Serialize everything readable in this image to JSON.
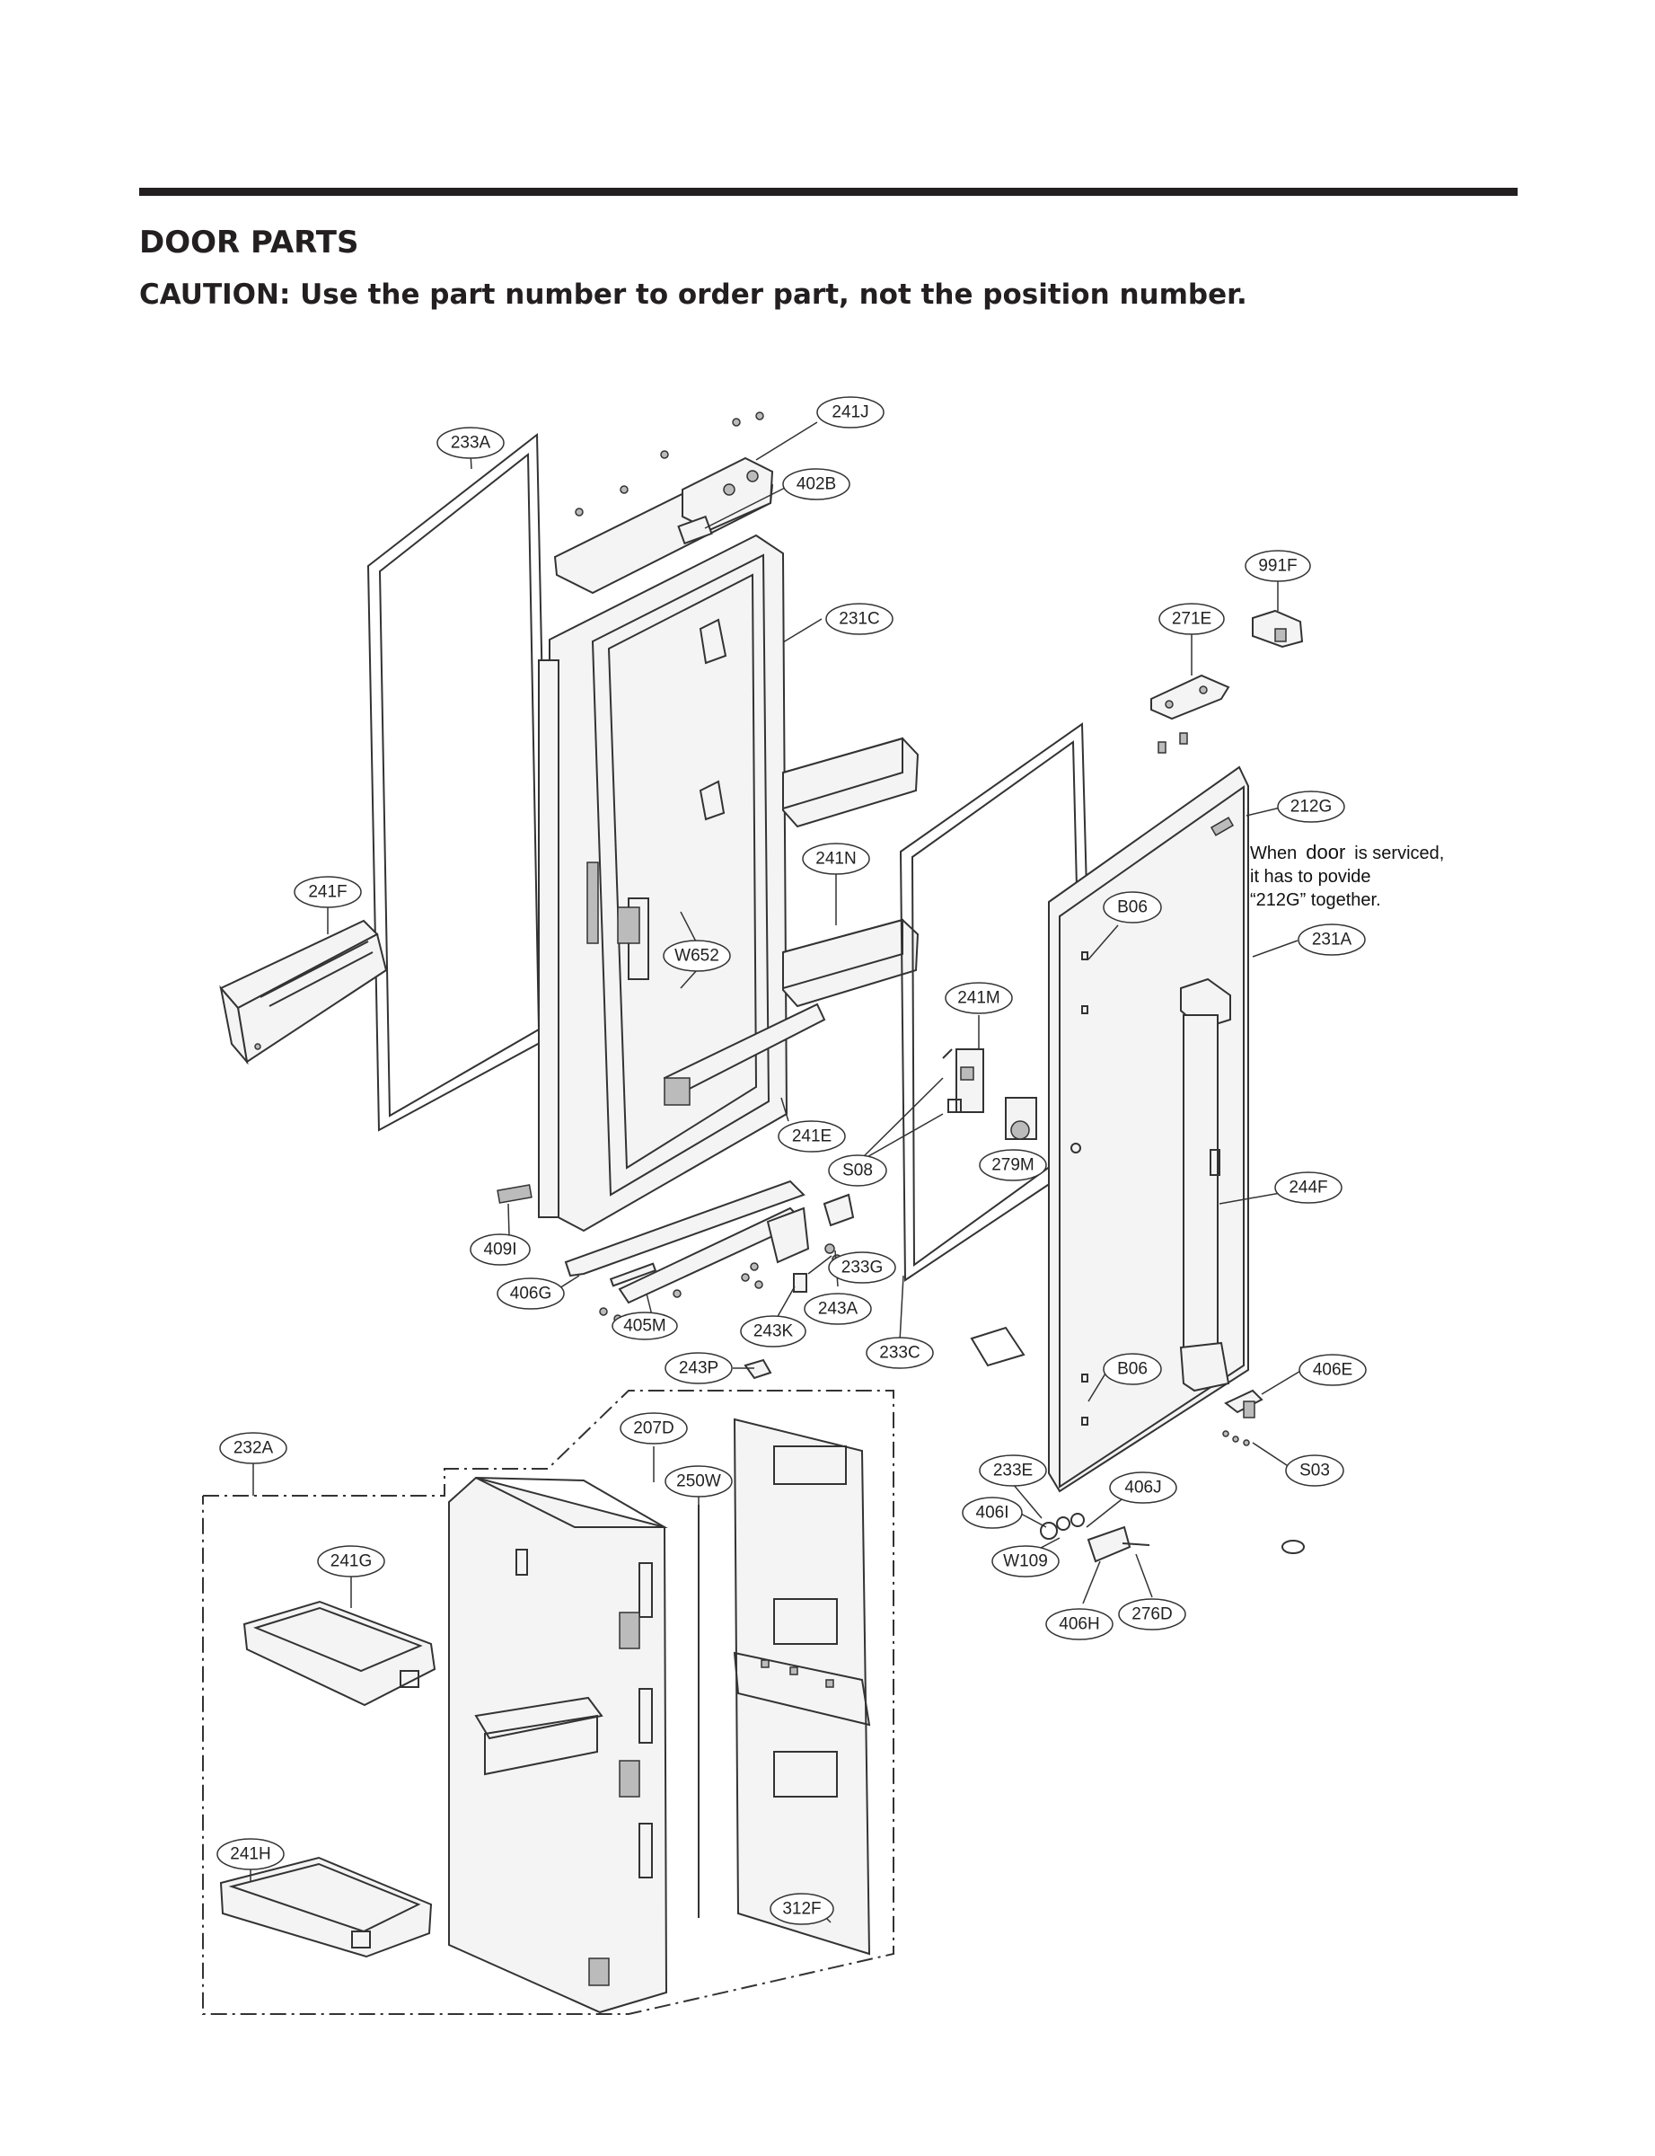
{
  "header": {
    "title": "DOOR PARTS",
    "caution": "CAUTION: Use the part number to order part, not the position number."
  },
  "note": {
    "line1_prefix": "When",
    "line1_word": "door",
    "line1_suffix": "is serviced,",
    "line2": "it has to povide",
    "line3": "“212G” together."
  },
  "callouts": {
    "c241J": "241J",
    "c233A": "233A",
    "c402B": "402B",
    "c991F": "991F",
    "c231C": "231C",
    "c271E": "271E",
    "c212G": "212G",
    "c241N": "241N",
    "c241F": "241F",
    "cB06a": "B06",
    "cW652": "W652",
    "c231A": "231A",
    "c241M": "241M",
    "c241E": "241E",
    "cS08": "S08",
    "c279M": "279M",
    "c244F": "244F",
    "c409I": "409I",
    "c233G": "233G",
    "c406G": "406G",
    "c243A": "243A",
    "c405M": "405M",
    "c243K": "243K",
    "c233C": "233C",
    "c243P": "243P",
    "cB06b": "B06",
    "c406E": "406E",
    "c207D": "207D",
    "c232A": "232A",
    "c250W": "250W",
    "c233E": "233E",
    "cS03": "S03",
    "c406J": "406J",
    "c406I": "406I",
    "cW109": "W109",
    "c241G": "241G",
    "c276D": "276D",
    "c406H": "406H",
    "c241H": "241H",
    "c312F": "312F"
  }
}
